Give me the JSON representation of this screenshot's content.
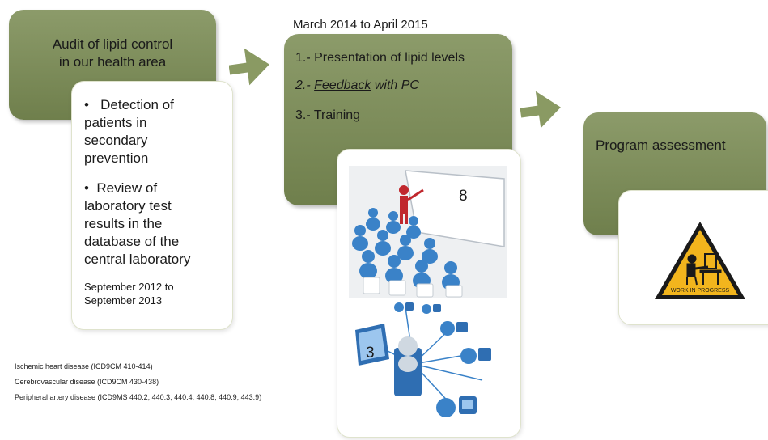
{
  "step1": {
    "title_lines": [
      "Audit of lipid control",
      "in our health area"
    ],
    "bullet_symbol": "•",
    "bullet1_lines": [
      "Detection of",
      "patients in",
      "secondary",
      "prevention"
    ],
    "bullet2_lines": [
      "Review of",
      "laboratory test",
      "results in the",
      "database of the",
      "central laboratory"
    ],
    "date_lines": [
      "September 2012 to",
      "September 2013"
    ]
  },
  "step2": {
    "period": "March 2014 to April 2015",
    "item1": "1.- Presentation of lipid levels",
    "item2_prefix": "2.- ",
    "item2_underlined": "Feedback",
    "item2_suffix": " with PC",
    "item3": "3.- Training",
    "image1_number": "8",
    "image2_number": "3"
  },
  "step3": {
    "title": "Program assessment",
    "sign_text": "WORK IN PROGRESS"
  },
  "footnotes": [
    "Ischemic heart disease (ICD9CM 410-414)",
    "Cerebrovascular disease (ICD9CM 430-438)",
    "Peripheral artery disease (ICD9MS 440.2; 440.3; 440.4; 440.8; 440.9; 443.9)"
  ],
  "colors": {
    "box_green_top": "#8c9b6a",
    "box_green_bottom": "#6f7f4c",
    "arrow_green": "#8a9a63",
    "figure_blue": "#3a82c8",
    "presenter_red": "#c0272d",
    "sign_yellow": "#f2b51d"
  }
}
